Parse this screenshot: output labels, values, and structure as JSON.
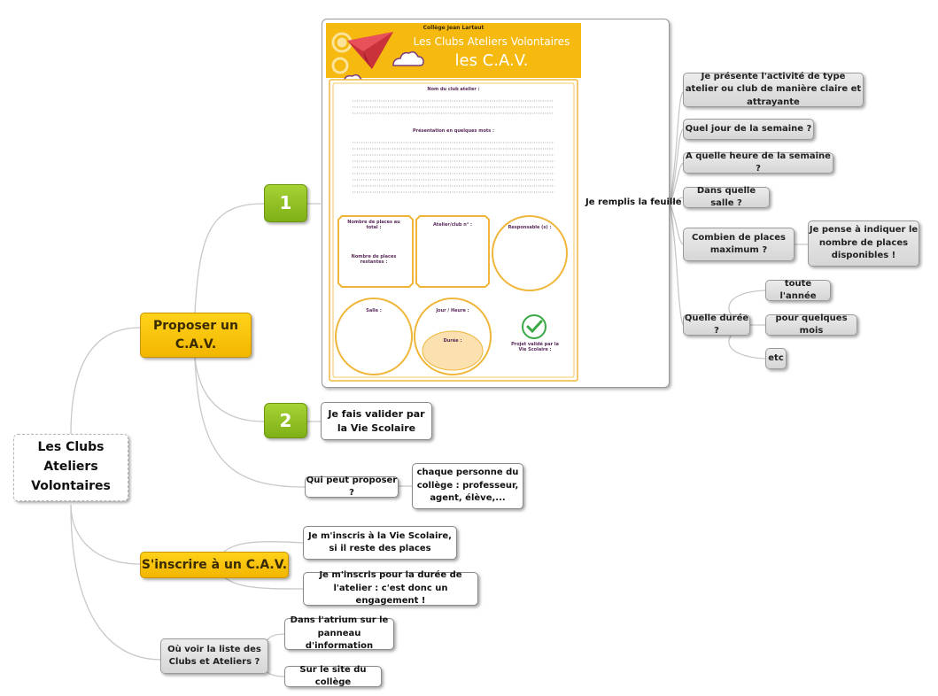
{
  "central": "Les Clubs Ateliers Volontaires",
  "proposer": {
    "label": "Proposer un C.A.V.",
    "step1": "1",
    "step1_text": "Je remplis la feuille",
    "step2": "2",
    "step2_text": "Je fais valider par la Vie Scolaire",
    "qui": "Qui peut proposer ?",
    "qui_answer": "chaque personne du collège : professeur, agent, élève,..."
  },
  "form": {
    "school": "Collège Jean Lartaut",
    "title": "Les Clubs Ateliers Volontaires",
    "subtitle": "les C.A.V.",
    "nom_label": "Nom du club atelier :",
    "presentation_label": "Présentation en quelques mots :",
    "places_total": "Nombre de places au total :",
    "places_restantes": "Nombre de places restantes :",
    "atelier_num": "Atelier/club n° :",
    "responsable": "Responsable (s) :",
    "salle": "Salle :",
    "jour": "Jour / Heure :",
    "duree": "Durée :",
    "valide": "Projet validé par la Vie Scolaire :"
  },
  "details": {
    "presente": "Je présente l'activité de type atelier ou club de manière claire et attrayante",
    "jour": "Quel jour de la semaine ?",
    "heure": "A quelle heure de la semaine ?",
    "salle": "Dans quelle salle ?",
    "places": "Combien de places maximum ?",
    "places_note": "Je pense à indiquer le nombre de places disponibles !",
    "duree": "Quelle durée ?",
    "duree_annee": "toute l'année",
    "duree_mois": "pour quelques mois",
    "duree_etc": "etc"
  },
  "inscrire": {
    "label": "S'inscrire à un C.A.V.",
    "a": "Je m'inscris à la Vie Scolaire, si il reste des places",
    "b": "Je m'inscris pour la durée de l'atelier : c'est donc un engagement !"
  },
  "liste": {
    "label": "Où voir la liste des Clubs et Ateliers ?",
    "a": "Dans l'atrium sur le panneau d'information",
    "b": "Sur le site du collège"
  },
  "colors": {
    "branch": "#c8c8c8",
    "yellow": "#f6b910",
    "green": "#8cc026",
    "form_accent": "#f0b63a",
    "check": "#3aa845"
  }
}
